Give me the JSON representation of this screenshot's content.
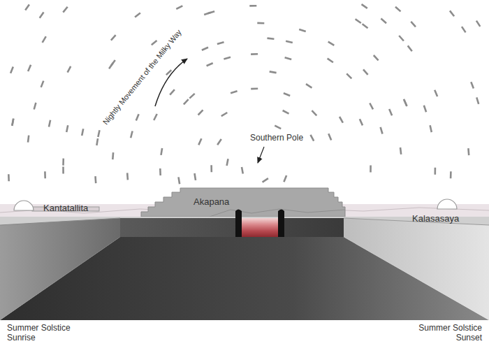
{
  "diagram": {
    "labels": [
      "Nightly Movement of the Milky Way",
      "Southern Pole",
      "Kantatallita",
      "Akapana",
      "Kalasasaya",
      "Summer Solstice Sunrise",
      "Summer Solstice Sunset"
    ]
  }
}
